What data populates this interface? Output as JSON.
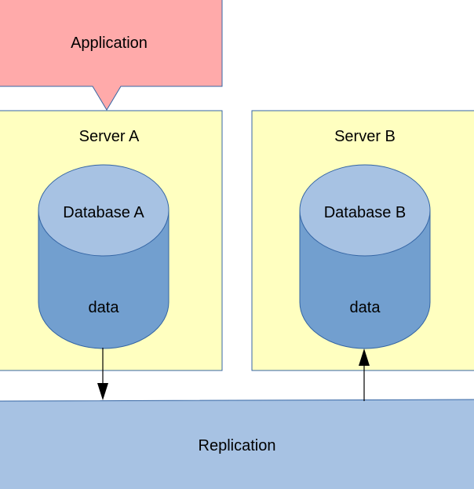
{
  "application": {
    "label": "Application",
    "fill": "#ffaaaa",
    "stroke": "#3465a4"
  },
  "servers": [
    {
      "label": "Server A",
      "fill": "#ffffc0",
      "database": {
        "title": "Database A",
        "body": "data"
      }
    },
    {
      "label": "Server B",
      "fill": "#ffffc0",
      "database": {
        "title": "Database B",
        "body": "data"
      }
    }
  ],
  "database_colors": {
    "top": "#a7c2e3",
    "body": "#729fcf",
    "stroke": "#3465a4"
  },
  "replication": {
    "label": "Replication",
    "fill": "#a7c2e3"
  },
  "connections": [
    {
      "from": "Server A",
      "to": "Replication",
      "arrow": "end"
    },
    {
      "from": "Replication",
      "to": "Server B",
      "arrow": "end"
    }
  ]
}
